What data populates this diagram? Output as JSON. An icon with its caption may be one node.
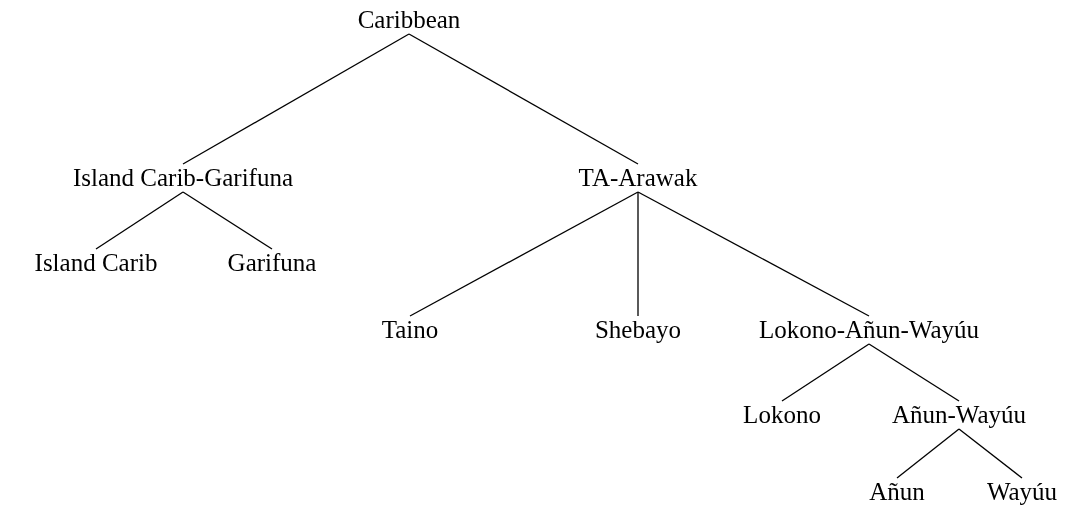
{
  "diagram": {
    "nodes": [
      {
        "text": [
          "Caribbean"
        ]
      },
      {
        "text": [
          "Island Carib-Garifuna"
        ]
      },
      {
        "text": [
          "TA-Arawak"
        ]
      },
      {
        "text": [
          "Island Carib"
        ]
      },
      {
        "text": [
          "Garifuna"
        ]
      },
      {
        "text": [
          "Taino"
        ]
      },
      {
        "text": [
          "Shebayo"
        ]
      },
      {
        "text": [
          "Lokono-Añun-Wayúu"
        ]
      },
      {
        "text": [
          "Lokono"
        ]
      },
      {
        "text": [
          "Añun-Wayúu"
        ]
      },
      {
        "text": [
          "Añun"
        ]
      },
      {
        "text": [
          "Wayúu"
        ]
      }
    ],
    "edges": [
      {
        "from": 0,
        "to": 1,
        "arrow": "none"
      },
      {
        "from": 0,
        "to": 2,
        "arrow": "none"
      },
      {
        "from": 1,
        "to": 3,
        "arrow": "none"
      },
      {
        "from": 1,
        "to": 4,
        "arrow": "none"
      },
      {
        "from": 2,
        "to": 5,
        "arrow": "none"
      },
      {
        "from": 2,
        "to": 6,
        "arrow": "none"
      },
      {
        "from": 2,
        "to": 7,
        "arrow": "none"
      },
      {
        "from": 7,
        "to": 8,
        "arrow": "none"
      },
      {
        "from": 7,
        "to": 9,
        "arrow": "none"
      },
      {
        "from": 9,
        "to": 10,
        "arrow": "none"
      },
      {
        "from": 9,
        "to": 11,
        "arrow": "none"
      }
    ]
  }
}
